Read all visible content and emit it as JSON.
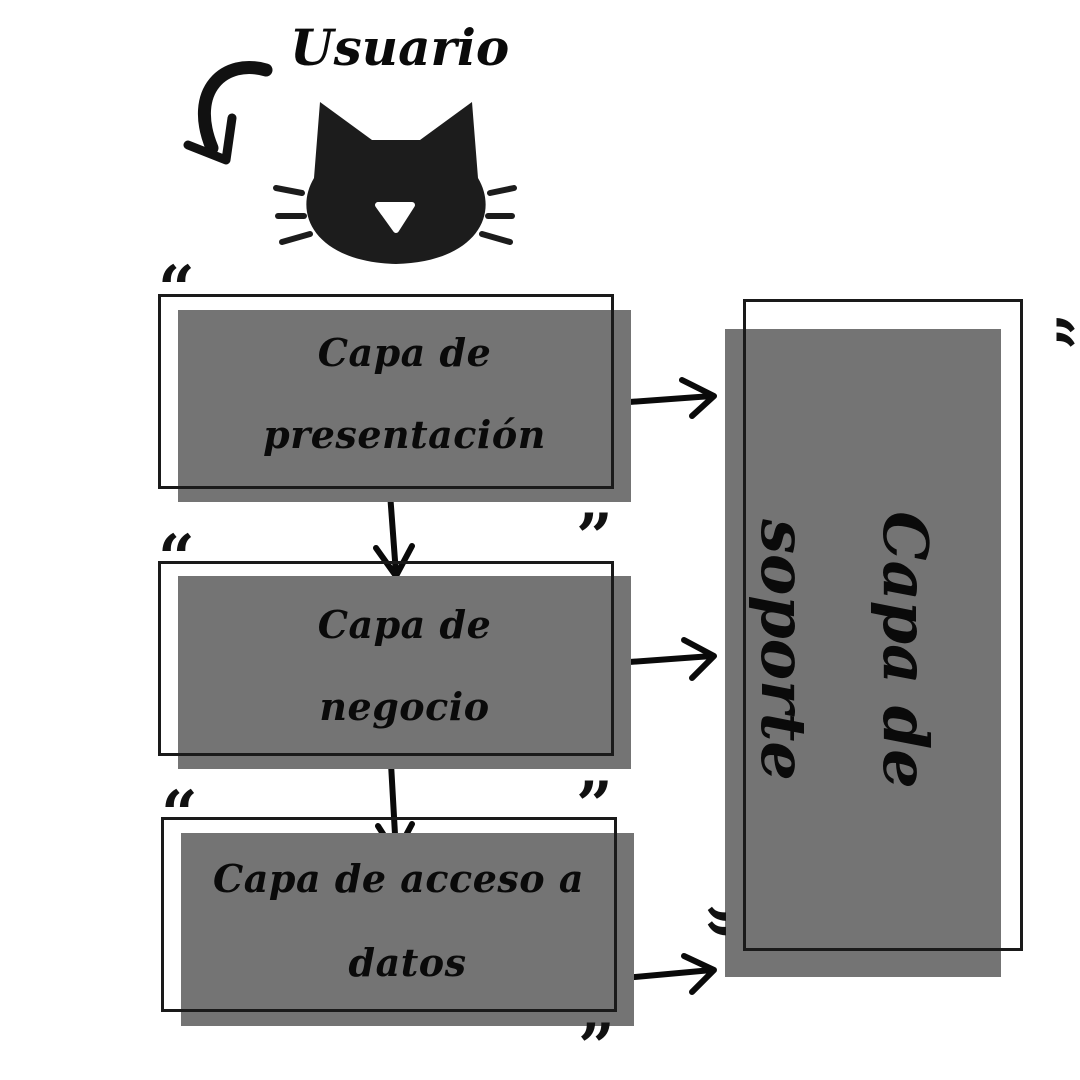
{
  "diagram": {
    "title": "Usuario",
    "nodes": {
      "presentation": {
        "line1": "Capa de",
        "line2": "presentación"
      },
      "business": {
        "line1": "Capa de",
        "line2": "negocio"
      },
      "data_access": {
        "line1": "Capa de acceso a",
        "line2": "datos"
      },
      "support": {
        "line1": "Capa de",
        "line2": "soporte"
      }
    },
    "quote_open": "“",
    "quote_close": "”",
    "colors": {
      "box_fill": "#747474",
      "stroke": "#1a1a1a",
      "background": "#ffffff"
    },
    "icons": [
      "cat-icon",
      "curved-arrow-icon"
    ]
  }
}
